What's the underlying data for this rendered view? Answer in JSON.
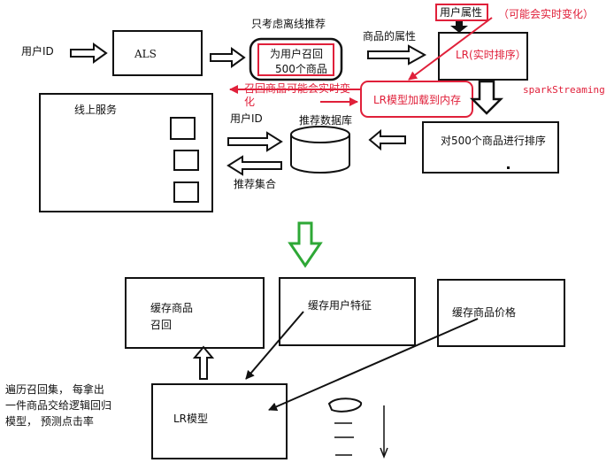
{
  "top": {
    "user_id_left": "用户ID",
    "als": "ALS",
    "offline_note": "只考虑离线推荐",
    "recall_line1": "为用户召回",
    "recall_line2": "500个商品",
    "item_attr": "商品的属性",
    "user_attr": "用户属性",
    "realtime_change": "（可能会实时变化）",
    "lr_realtime": "LR(实时排序）",
    "spark_streaming": "sparkStreaming",
    "recall_may_change_l1": "召回商品可能会实时变",
    "recall_may_change_l2": "化",
    "lr_load": "LR模型加载到内存",
    "online_service": "线上服务",
    "user_id_mid": "用户ID",
    "rec_db": "推荐数据库",
    "rank500": "对500个商品进行排序",
    "rec_set": "推荐集合"
  },
  "bottom": {
    "cache_recall_l1": "缓存商品",
    "cache_recall_l2": "召回",
    "cache_user_feature": "缓存用户特征",
    "cache_item_price": "缓存商品价格",
    "lr_model": "LR模型",
    "note_l1": "遍历召回集， 每拿出",
    "note_l2": "一件商品交给逻辑回归",
    "note_l3": "模型， 预测点击率"
  },
  "colors": {
    "annotation_red": "#e0203a",
    "flow_green": "#2ea836",
    "ink": "#111111"
  }
}
